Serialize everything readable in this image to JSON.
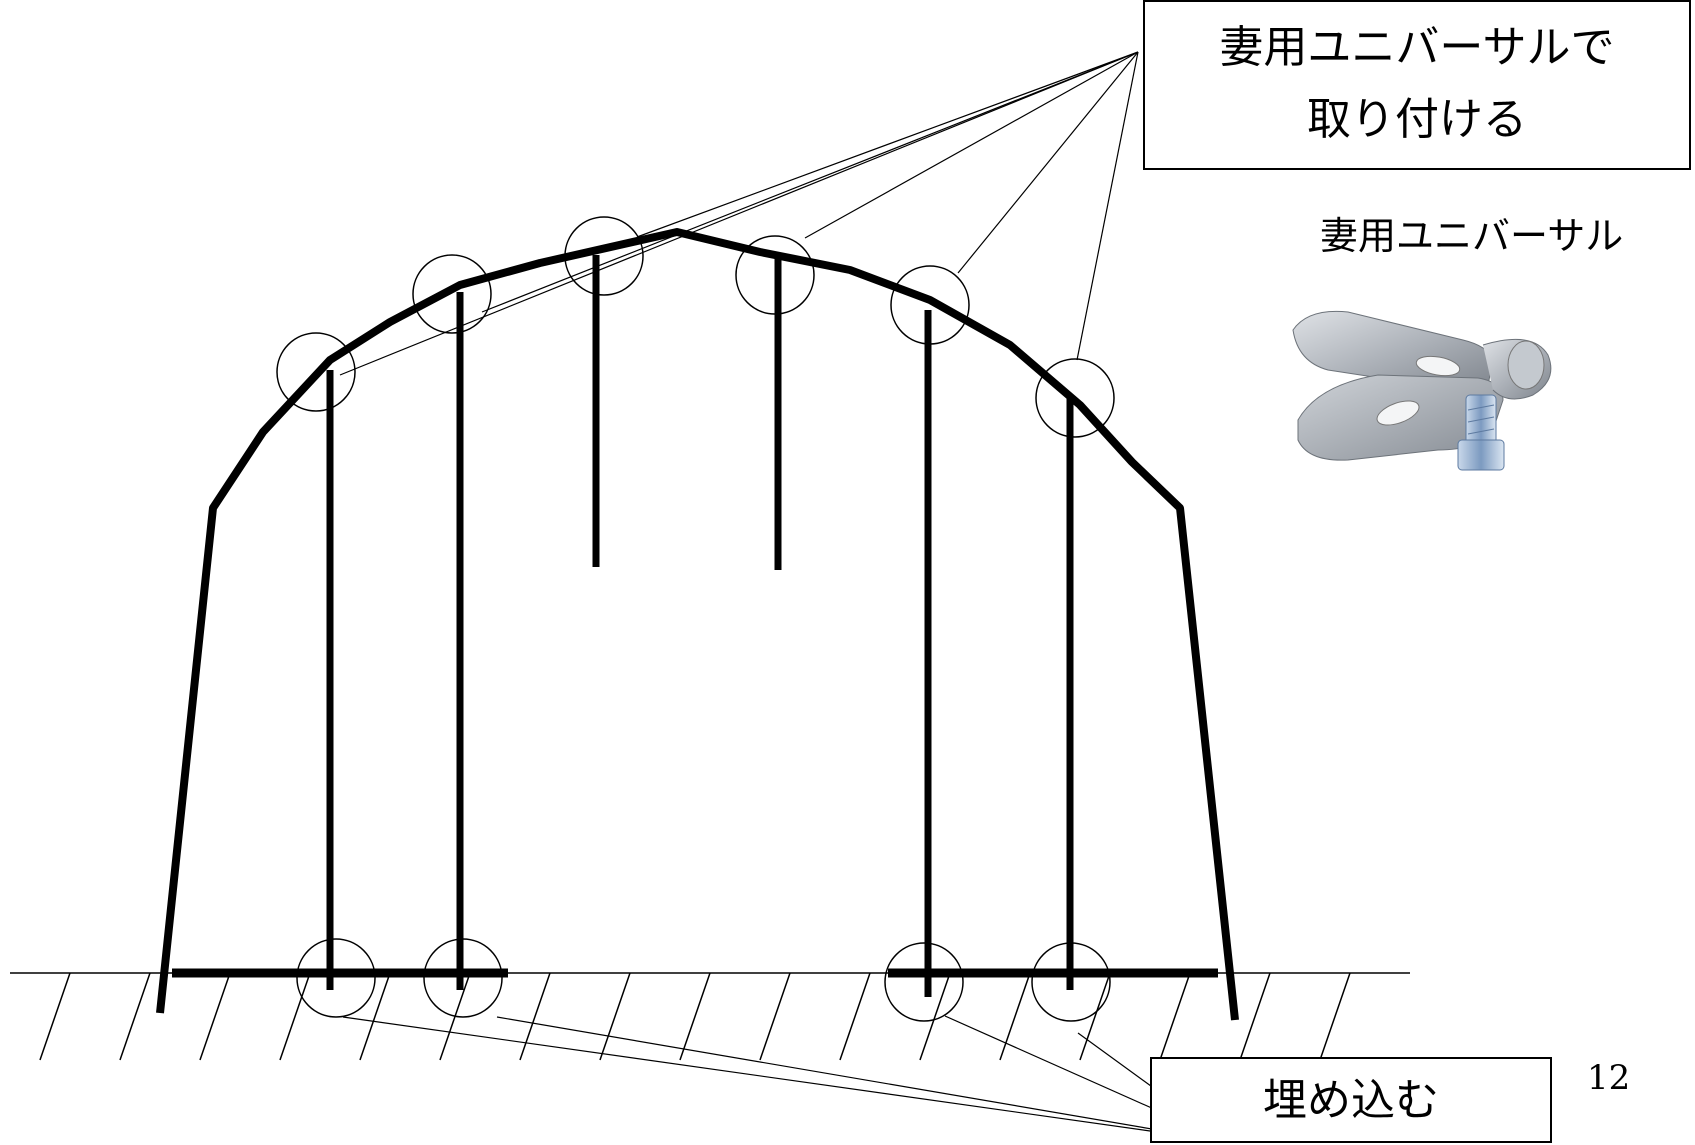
{
  "callouts": {
    "attach": {
      "line1": "妻用ユニバーサルで",
      "line2": "取り付ける"
    },
    "embed": {
      "label": "埋め込む"
    }
  },
  "part": {
    "caption": "妻用ユニバーサル",
    "icon": "gable-universal-clamp-photo"
  },
  "page": {
    "number": "12"
  },
  "colors": {
    "frame": "#000000",
    "clamp_metal": "#b8bcc2",
    "bolt": "#8aa6c8"
  }
}
